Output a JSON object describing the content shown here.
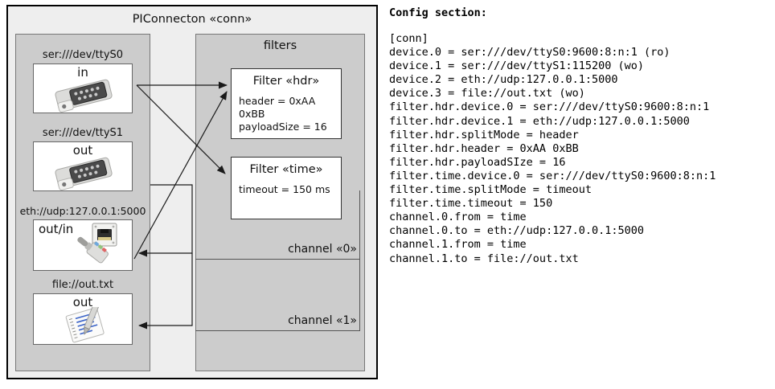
{
  "diagram": {
    "title": "PIConnecton «conn»",
    "devices_panel": {
      "items": [
        {
          "label": "ser:///dev/ttyS0",
          "word": "in",
          "icon": "serial-port-icon"
        },
        {
          "label": "ser:///dev/ttyS1",
          "word": "out",
          "icon": "serial-port-icon"
        },
        {
          "label": "eth://udp:127.0.0.1:5000",
          "word": "out/in",
          "icon": "ethernet-jack-icon"
        },
        {
          "label": "file://out.txt",
          "word": "out",
          "icon": "text-file-icon"
        }
      ]
    },
    "filters_panel": {
      "title": "filters",
      "filters": [
        {
          "title": "Filter «hdr»",
          "props": [
            "header = 0xAA 0xBB",
            "payloadSize = 16"
          ]
        },
        {
          "title": "Filter «time»",
          "props": [
            "timeout = 150 ms"
          ]
        }
      ],
      "channels": [
        {
          "label": "channel «0»"
        },
        {
          "label": "channel «1»"
        }
      ]
    }
  },
  "config": {
    "heading": "Config section:",
    "text": "[conn]\ndevice.0 = ser:///dev/ttyS0:9600:8:n:1 (ro)\ndevice.1 = ser:///dev/ttyS1:115200 (wo)\ndevice.2 = eth://udp:127.0.0.1:5000\ndevice.3 = file://out.txt (wo)\nfilter.hdr.device.0 = ser:///dev/ttyS0:9600:8:n:1\nfilter.hdr.device.1 = eth://udp:127.0.0.1:5000\nfilter.hdr.splitMode = header\nfilter.hdr.header = 0xAA 0xBB\nfilter.hdr.payloadSIze = 16\nfilter.time.device.0 = ser:///dev/ttyS0:9600:8:n:1\nfilter.time.splitMode = timeout\nfilter.time.timeout = 150\nchannel.0.from = time\nchannel.0.to = eth://udp:127.0.0.1:5000\nchannel.1.from = time\nchannel.1.to = file://out.txt"
  },
  "colors": {
    "panel_fill": "#cccccc",
    "frame_fill": "#eeeeee",
    "card_fill": "#ffffff",
    "stroke": "#333333"
  }
}
